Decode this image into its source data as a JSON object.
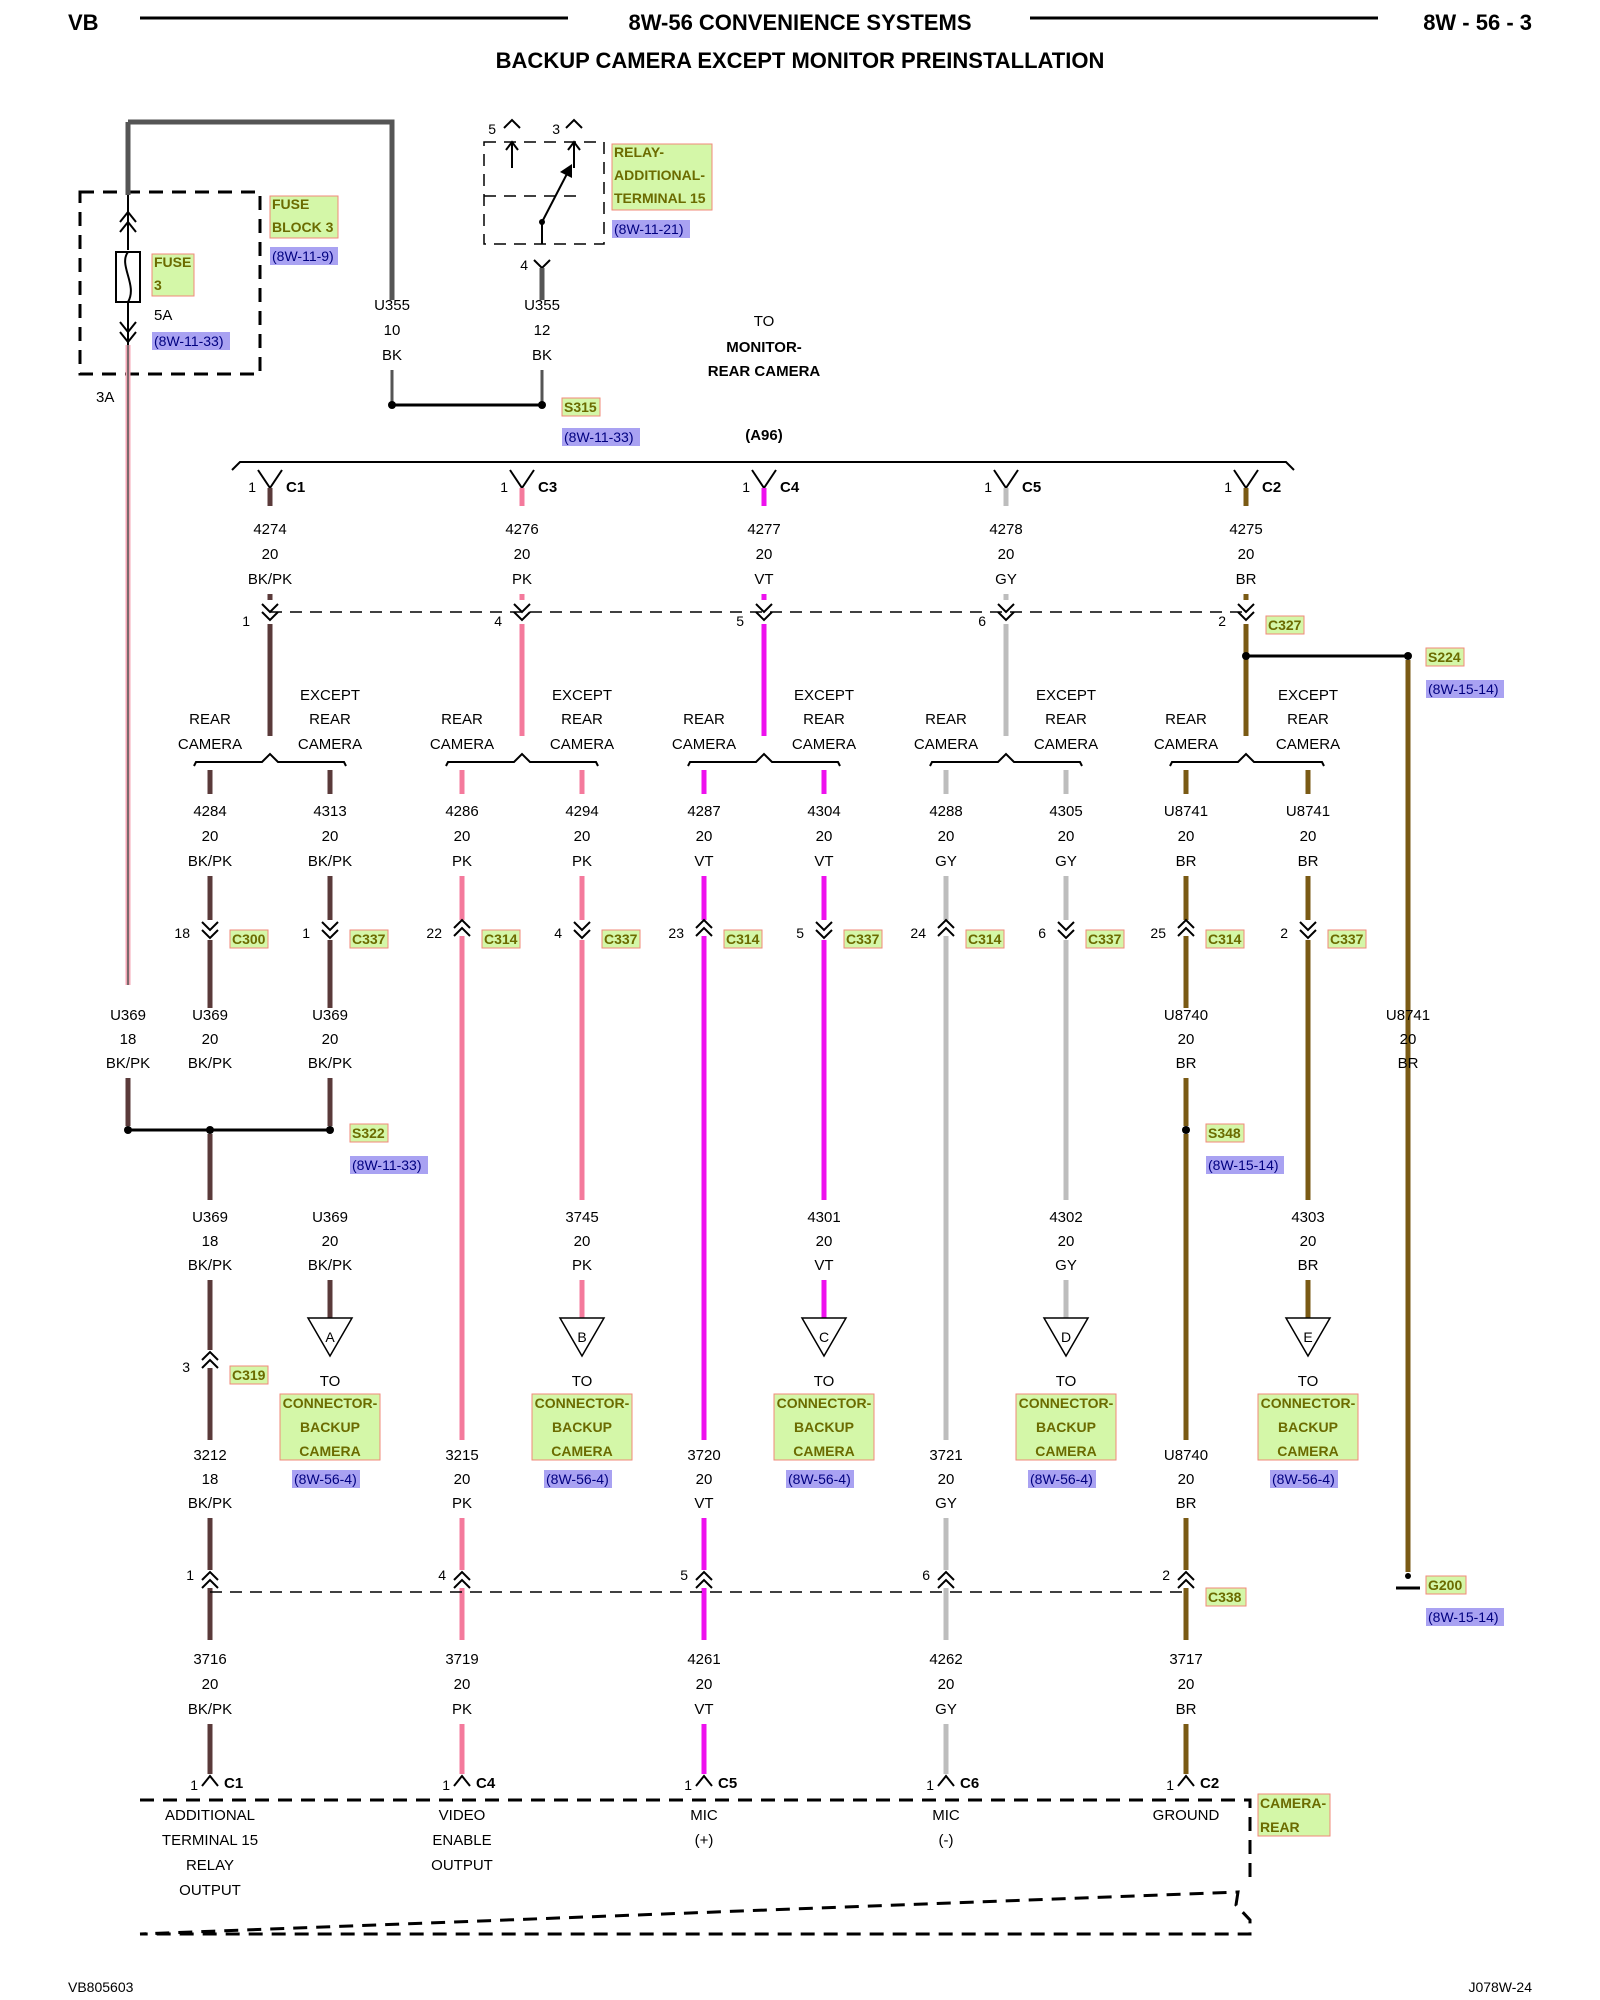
{
  "header": {
    "left": "VB",
    "title": "8W-56 CONVENIENCE SYSTEMS",
    "right": "8W - 56 - 3",
    "subtitle": "BACKUP CAMERA EXCEPT MONITOR PREINSTALLATION"
  },
  "footer": {
    "left": "VB805603",
    "right": "J078W-24"
  },
  "colors": {
    "BK/PK": "#5a3a3a",
    "PK": "#f47a9c",
    "VT": "#ee11ee",
    "GY": "#bdbdbd",
    "BR": "#7a5a14",
    "BK": "#555555",
    "tag_bg": "#d4f7a8",
    "tag_border": "#f08a7a",
    "xref_bg": "#a9a2f2"
  },
  "fuse_block": {
    "name1": "FUSE",
    "name2": "BLOCK 3",
    "xref": "(8W-11-9)",
    "fuse1": "FUSE",
    "fuse2": "3",
    "amps": "5A",
    "fuse_xref": "(8W-11-33)",
    "out": "3A"
  },
  "relay": {
    "line1": "RELAY-",
    "line2": "ADDITIONAL-",
    "line3": "TERMINAL 15",
    "xref": "(8W-11-21)",
    "pin5": "5",
    "pin3": "3",
    "pin4": "4"
  },
  "u355_a": {
    "circuit": "U355",
    "gauge": "10",
    "color": "BK"
  },
  "u355_b": {
    "circuit": "U355",
    "gauge": "12",
    "color": "BK"
  },
  "to_monitor": {
    "to": "TO",
    "line1": "MONITOR-",
    "line2": "REAR CAMERA"
  },
  "s315": {
    "name": "S315",
    "xref": "(8W-11-33)"
  },
  "a96": {
    "name": "(A96)"
  },
  "monitor_pins": [
    {
      "pin": "1",
      "cav": "C1",
      "circuit": "4274",
      "gauge": "20",
      "color": "BK/PK"
    },
    {
      "pin": "1",
      "cav": "C3",
      "circuit": "4276",
      "gauge": "20",
      "color": "PK"
    },
    {
      "pin": "1",
      "cav": "C4",
      "circuit": "4277",
      "gauge": "20",
      "color": "VT"
    },
    {
      "pin": "1",
      "cav": "C5",
      "circuit": "4278",
      "gauge": "20",
      "color": "GY"
    },
    {
      "pin": "1",
      "cav": "C2",
      "circuit": "4275",
      "gauge": "20",
      "color": "BR"
    }
  ],
  "c327": {
    "name": "C327",
    "pins": [
      "1",
      "4",
      "5",
      "6",
      "2"
    ]
  },
  "s224": {
    "name": "S224",
    "xref": "(8W-15-14)"
  },
  "options": {
    "rear1": "REAR",
    "rear2": "CAMERA",
    "exc1": "EXCEPT",
    "exc2": "REAR",
    "exc3": "CAMERA"
  },
  "rear_branches": [
    {
      "circuit": "4284",
      "gauge": "20",
      "color": "BK/PK",
      "pin": "18",
      "conn": "C300"
    },
    {
      "circuit": "4286",
      "gauge": "20",
      "color": "PK",
      "pin": "22",
      "conn": "C314"
    },
    {
      "circuit": "4287",
      "gauge": "20",
      "color": "VT",
      "pin": "23",
      "conn": "C314"
    },
    {
      "circuit": "4288",
      "gauge": "20",
      "color": "GY",
      "pin": "24",
      "conn": "C314"
    },
    {
      "circuit": "U8741",
      "gauge": "20",
      "color": "BR",
      "pin": "25",
      "conn": "C314"
    }
  ],
  "except_branches": [
    {
      "circuit": "4313",
      "gauge": "20",
      "color": "BK/PK",
      "pin": "1",
      "conn": "C337"
    },
    {
      "circuit": "4294",
      "gauge": "20",
      "color": "PK",
      "pin": "4",
      "conn": "C337"
    },
    {
      "circuit": "4304",
      "gauge": "20",
      "color": "VT",
      "pin": "5",
      "conn": "C337"
    },
    {
      "circuit": "4305",
      "gauge": "20",
      "color": "GY",
      "pin": "6",
      "conn": "C337"
    },
    {
      "circuit": "U8741",
      "gauge": "20",
      "color": "BR",
      "pin": "2",
      "conn": "C337"
    }
  ],
  "u369_left": {
    "circuit": "U369",
    "gauge": "18",
    "color": "BK/PK"
  },
  "u369_mid": {
    "circuit": "U369",
    "gauge": "20",
    "color": "BK/PK"
  },
  "u369_right": {
    "circuit": "U369",
    "gauge": "20",
    "color": "BK/PK"
  },
  "u8740_a": {
    "circuit": "U8740",
    "gauge": "20",
    "color": "BR"
  },
  "u8741_c": {
    "circuit": "U8741",
    "gauge": "20",
    "color": "BR"
  },
  "s322": {
    "name": "S322",
    "xref": "(8W-11-33)"
  },
  "s348": {
    "name": "S348",
    "xref": "(8W-15-14)"
  },
  "lower_left": {
    "circuit": "U369",
    "gauge": "18",
    "color": "BK/PK"
  },
  "connector_wires": [
    {
      "circuit": "U369",
      "gauge": "20",
      "color": "BK/PK",
      "letter": "A"
    },
    {
      "circuit": "3745",
      "gauge": "20",
      "color": "PK",
      "letter": "B"
    },
    {
      "circuit": "4301",
      "gauge": "20",
      "color": "VT",
      "letter": "C"
    },
    {
      "circuit": "4302",
      "gauge": "20",
      "color": "GY",
      "letter": "D"
    },
    {
      "circuit": "4303",
      "gauge": "20",
      "color": "BR",
      "letter": "E"
    }
  ],
  "to_connector": {
    "to": "TO",
    "line1": "CONNECTOR-",
    "line2": "BACKUP",
    "line3": "CAMERA",
    "xref": "(8W-56-4)"
  },
  "c319": {
    "name": "C319",
    "pin": "3"
  },
  "pre_c338": [
    {
      "circuit": "3212",
      "gauge": "18",
      "color": "BK/PK"
    },
    {
      "circuit": "3215",
      "gauge": "20",
      "color": "PK"
    },
    {
      "circuit": "3720",
      "gauge": "20",
      "color": "VT"
    },
    {
      "circuit": "3721",
      "gauge": "20",
      "color": "GY"
    },
    {
      "circuit": "U8740",
      "gauge": "20",
      "color": "BR"
    }
  ],
  "c338": {
    "name": "C338",
    "pins": [
      "1",
      "4",
      "5",
      "6",
      "2"
    ]
  },
  "g200": {
    "name": "G200",
    "xref": "(8W-15-14)"
  },
  "post_c338": [
    {
      "circuit": "3716",
      "gauge": "20",
      "color": "BK/PK"
    },
    {
      "circuit": "3719",
      "gauge": "20",
      "color": "PK"
    },
    {
      "circuit": "4261",
      "gauge": "20",
      "color": "VT"
    },
    {
      "circuit": "4262",
      "gauge": "20",
      "color": "GY"
    },
    {
      "circuit": "3717",
      "gauge": "20",
      "color": "BR"
    }
  ],
  "camera_pins": [
    {
      "pin": "1",
      "cav": "C1",
      "lines": [
        "ADDITIONAL",
        "TERMINAL 15",
        "RELAY",
        "OUTPUT"
      ]
    },
    {
      "pin": "1",
      "cav": "C4",
      "lines": [
        "VIDEO",
        "ENABLE",
        "OUTPUT"
      ]
    },
    {
      "pin": "1",
      "cav": "C5",
      "lines": [
        "MIC",
        "(+)"
      ]
    },
    {
      "pin": "1",
      "cav": "C6",
      "lines": [
        "MIC",
        "(-)"
      ]
    },
    {
      "pin": "1",
      "cav": "C2",
      "lines": [
        "GROUND"
      ]
    }
  ],
  "camera": {
    "line1": "CAMERA-",
    "line2": "REAR"
  }
}
